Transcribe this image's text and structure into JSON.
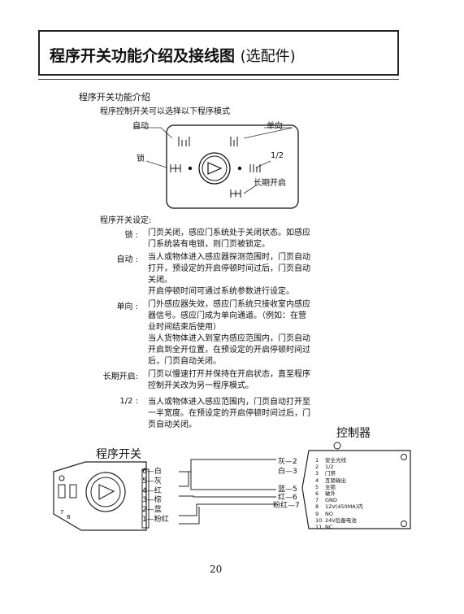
{
  "header": {
    "title_main": "程序开关功能介绍及接线图",
    "title_sub": "(选配件)"
  },
  "intro": {
    "section_title": "程序开关功能介绍",
    "subtitle": "程序控制开关可以选择以下程序模式"
  },
  "dial_labels": {
    "auto": "自动",
    "oneway": "单向",
    "lock": "锁",
    "half": "1/2",
    "longopen": "长期开启"
  },
  "settings": {
    "title": "程序开关设定:",
    "items": [
      {
        "label": "锁 :",
        "lines": [
          "门页关闭，感应门系统处于关闭状态。如感应",
          "门系统装有电锁，则门页被锁定。"
        ]
      },
      {
        "label": "自动 :",
        "lines": [
          "当人或物体进入感应器探测范围时，门页自动",
          "打开，预设定的开启停顿时间过后，门页自动",
          "关闭。",
          "开启停顿时间可通过系统参数进行设定。"
        ]
      },
      {
        "label": "单向 :",
        "lines": [
          "门外感应器失效，感应门系统只接收室内感应",
          "器信号。感应门成为单向通道。（例如：在营",
          "业时间结束后使用）",
          "当人货物体进入到室内感应范围内，门页自动",
          "开启到全开位置，在预设定的开启停顿时间过",
          "后，门页自动关闭。"
        ]
      },
      {
        "label": "长期开启:",
        "lines": [
          "门页以慢速打开并保持在开启状态，直至程序",
          "控制开关改为另一程序模式。"
        ]
      },
      {
        "label": "1/2 :",
        "lines": [
          "当人或物体进入感应范围内，门页自动打开至",
          "一半宽度。在预设定的开启停顿时间过后，门",
          "页自动关闭。"
        ]
      }
    ]
  },
  "wiring": {
    "controller_title": "控制器",
    "switch_title": "程序开关",
    "switch_terminals": [
      {
        "num": "6",
        "color": "白"
      },
      {
        "num": "5",
        "color": "灰"
      },
      {
        "num": "4",
        "color": "红"
      },
      {
        "num": "3",
        "color": "棕"
      },
      {
        "num": "2",
        "color": "蓝"
      },
      {
        "num": "1",
        "color": "粉红"
      }
    ],
    "wire_labels_right": [
      {
        "color": "灰",
        "num": "2"
      },
      {
        "color": "白",
        "num": "3"
      },
      {
        "color": "蓝",
        "num": "5"
      },
      {
        "color": "红",
        "num": "6"
      },
      {
        "color": "粉红",
        "num": "7"
      }
    ],
    "controller_rows": [
      {
        "num": "1",
        "text": "安全光线"
      },
      {
        "num": "2",
        "text": "1/2"
      },
      {
        "num": "3",
        "text": "门禁"
      },
      {
        "num": "4",
        "text": "互锁输出"
      },
      {
        "num": "5",
        "text": "全锁"
      },
      {
        "num": "6",
        "text": "破外"
      },
      {
        "num": "7",
        "text": "GND"
      },
      {
        "num": "8",
        "text": "12V(450MA)内"
      },
      {
        "num": "9",
        "text": "NO"
      },
      {
        "num": "10",
        "text": "24V后备电池"
      },
      {
        "num": "11",
        "text": "NC"
      }
    ]
  },
  "page_number": "20"
}
